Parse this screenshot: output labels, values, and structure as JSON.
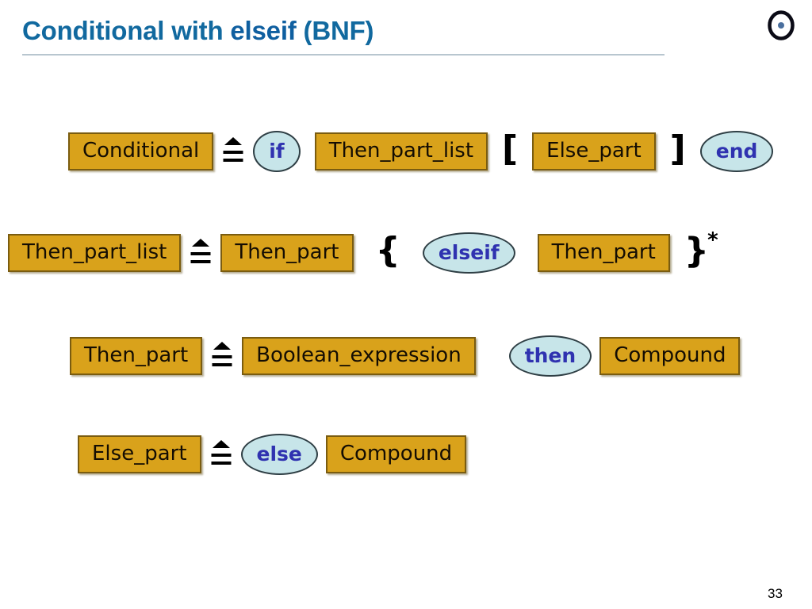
{
  "slide": {
    "title_prefix": "Conditional with ",
    "title_keyword": "elseif",
    "title_suffix": " (BNF)",
    "page_number": "33",
    "logo_name": "ring-dot-logo"
  },
  "colors": {
    "title_blue": "#11699f",
    "nonterminal_fill": "#d9a21b",
    "nonterminal_border": "#7a5c10",
    "terminal_fill": "#c7e5e9",
    "terminal_border": "#2f3f45",
    "terminal_text": "#2f32b0",
    "rule_line": "#b8c6cf"
  },
  "diagram": {
    "type": "bnf-production-rules",
    "defined_as_symbol": "≜",
    "rules": [
      {
        "lhs": "Conditional",
        "items": [
          {
            "kind": "terminal",
            "text": "if"
          },
          {
            "kind": "nonterminal",
            "text": "Then_part_list"
          },
          {
            "kind": "meta",
            "text": "["
          },
          {
            "kind": "nonterminal",
            "text": "Else_part"
          },
          {
            "kind": "meta",
            "text": "]"
          },
          {
            "kind": "terminal",
            "text": "end"
          }
        ]
      },
      {
        "lhs": "Then_part_list",
        "items": [
          {
            "kind": "nonterminal",
            "text": "Then_part"
          },
          {
            "kind": "meta",
            "text": "{"
          },
          {
            "kind": "terminal",
            "text": "elseif"
          },
          {
            "kind": "nonterminal",
            "text": "Then_part"
          },
          {
            "kind": "meta",
            "text": "}",
            "superscript": "*"
          }
        ]
      },
      {
        "lhs": "Then_part",
        "items": [
          {
            "kind": "nonterminal",
            "text": "Boolean_expression"
          },
          {
            "kind": "terminal",
            "text": "then"
          },
          {
            "kind": "nonterminal",
            "text": "Compound"
          }
        ]
      },
      {
        "lhs": "Else_part",
        "items": [
          {
            "kind": "terminal",
            "text": "else"
          },
          {
            "kind": "nonterminal",
            "text": "Compound"
          }
        ]
      }
    ]
  }
}
